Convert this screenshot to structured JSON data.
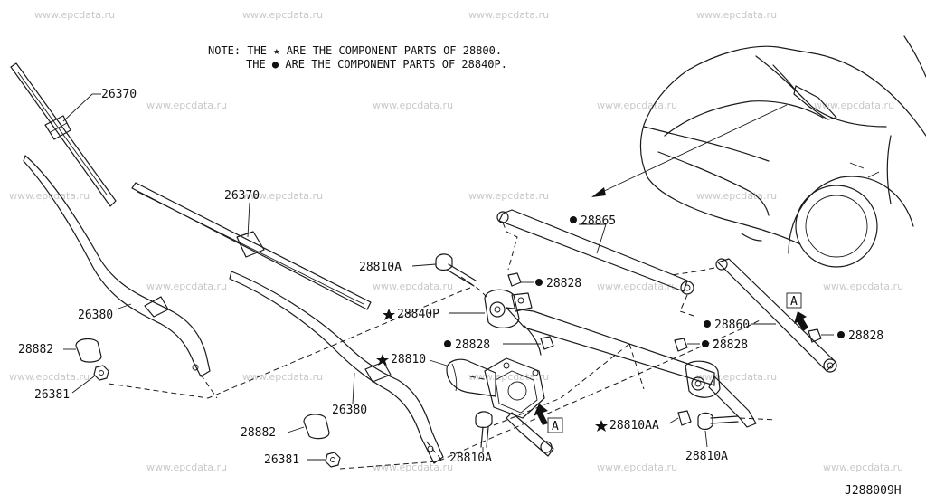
{
  "watermark": "www.epcdata.ru",
  "note": {
    "line1": "NOTE: THE ★ ARE THE COMPONENT PARTS OF 28800.",
    "line2": "THE ● ARE THE COMPONENT PARTS OF 28840P."
  },
  "labels": {
    "blade_left": "26370",
    "blade_right": "26370",
    "arm_left": "26380",
    "arm_right": "26380",
    "cap_left": "28882",
    "cap_right": "28882",
    "nut_left": "26381",
    "nut_right": "26381",
    "bolt_top": "28810A",
    "bolt_bottom": "28810A",
    "bolt_right": "28810A",
    "linkage": "28840P",
    "motor": "28810",
    "rod_upper": "28865",
    "rod_right": "28860",
    "bush_top": "28828",
    "bush_mid": "28828",
    "bush_right_mid": "28828",
    "bush_far_right": "28828",
    "bolt_aa": "28810AA",
    "view_ref_1": "A",
    "view_ref_2": "A",
    "drawing_code": "J288009H"
  },
  "colors": {
    "ink": "#1a1a1a",
    "watermark": "#c9c9c9",
    "background": "#ffffff"
  }
}
